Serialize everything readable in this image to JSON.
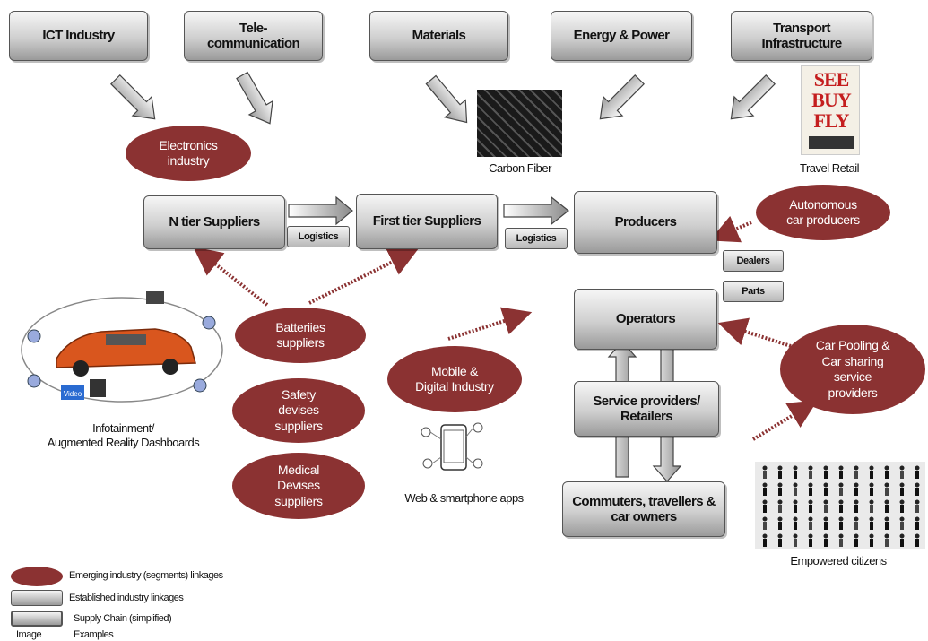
{
  "top_boxes": {
    "ict": "ICT Industry",
    "telecom": "Tele-\ncommunication",
    "materials": "Materials",
    "energy": "Energy & Power",
    "transport": "Transport\nInfrastructure"
  },
  "chain": {
    "ntier": "N tier Suppliers",
    "first_tier": "First tier Suppliers",
    "producers": "Producers",
    "operators": "Operators",
    "service": "Service providers/\nRetailers",
    "commuters": "Commuters, travellers &\ncar owners"
  },
  "small_boxes": {
    "logistics1": "Logistics",
    "logistics2": "Logistics",
    "dealers": "Dealers",
    "parts": "Parts"
  },
  "ellipses": {
    "electronics": "Electronics\nindustry",
    "autonomous": "Autonomous\ncar producers",
    "batteries": "Batteriies\nsuppliers",
    "mobile": "Mobile &\nDigital Industry",
    "safety": "Safety\ndevises\nsuppliers",
    "medical": "Medical\nDevises\nsuppliers",
    "carpooling": "Car Pooling &\nCar sharing\nservice\nproviders"
  },
  "image_labels": {
    "carbon": "Carbon Fiber",
    "travel_retail": "Travel Retail",
    "infotainment": "Infotainment/\nAugmented Reality Dashboards",
    "web_apps": "Web & smartphone apps",
    "citizens": "Empowered citizens"
  },
  "image_text": {
    "travel_sign": [
      "SEE",
      "BUY",
      "FLY"
    ],
    "video": "Video"
  },
  "legend": {
    "emerging": "Emerging industry (segments) linkages",
    "established": "Established industry linkages",
    "supply_chain": "Supply Chain (simplified)",
    "image": "Image",
    "examples": "Examples"
  },
  "colors": {
    "ellipse": "#8b3232",
    "dotted_arrow": "#8b3232",
    "box_border": "#555555"
  }
}
